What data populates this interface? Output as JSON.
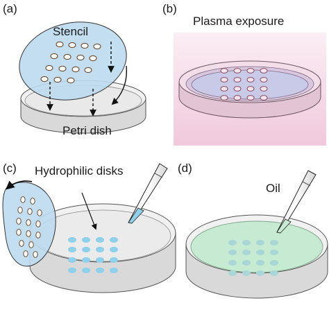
{
  "panels": {
    "a": {
      "letter": "(a)",
      "stencil_label": "Stencil",
      "dish_label": "Petri dish"
    },
    "b": {
      "letter": "(b)",
      "title": "Plasma exposure"
    },
    "c": {
      "letter": "(c)",
      "disks_label": "Hydrophilic disks"
    },
    "d": {
      "letter": "(d)",
      "oil_label": "Oil"
    }
  },
  "colors": {
    "stencil_blue": "#bcd9ef",
    "plasma_pink": "#f2d3e3",
    "disk_cyan": "#8fd0ea",
    "oil_green": "#c7ead2",
    "dish_gray": "#e6e6e6"
  }
}
